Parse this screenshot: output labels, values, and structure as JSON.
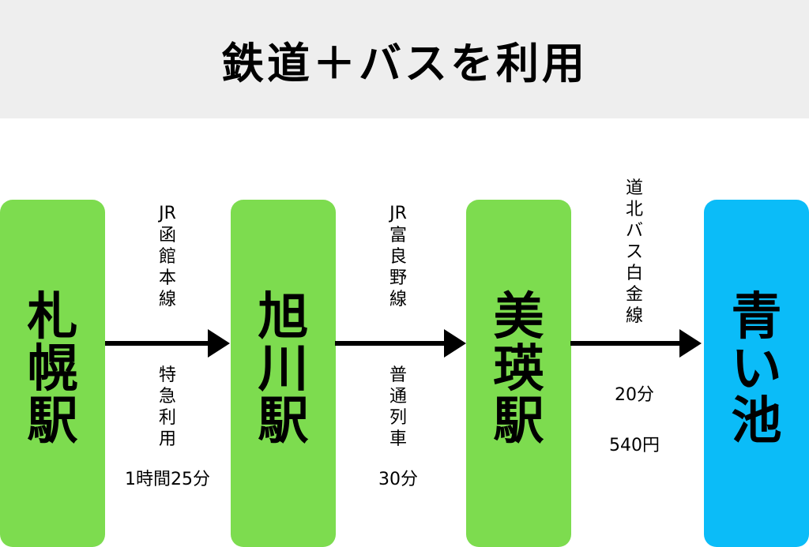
{
  "title": "鉄道＋バスを利用",
  "colors": {
    "station": "#7ddc4f",
    "destination": "#0bbcf8",
    "header_bg": "#eeeeee"
  },
  "stations": [
    "札幌駅",
    "旭川駅",
    "美瑛駅",
    "青い池"
  ],
  "legs": [
    {
      "operator": "JR",
      "line": "函館本線",
      "service": "特急利用",
      "time": "1時間25分"
    },
    {
      "operator": "JR",
      "line": "富良野線",
      "service": "普通列車",
      "time": "30分"
    },
    {
      "line": "道北バス白金線",
      "time": "20分",
      "fare": "540円"
    }
  ]
}
